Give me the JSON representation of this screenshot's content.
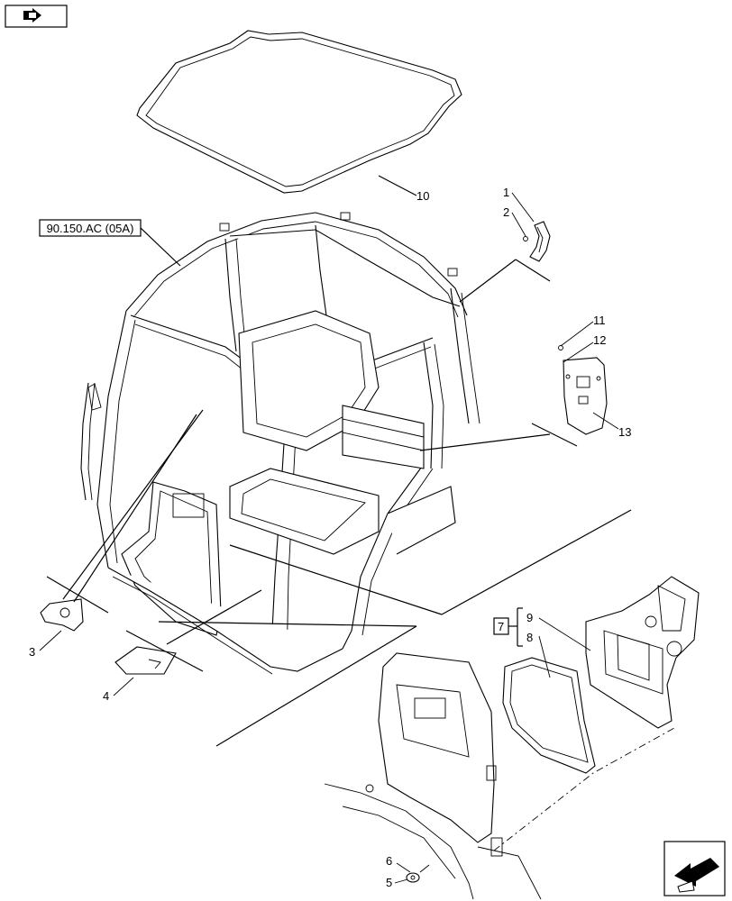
{
  "reference_label": "90.150.AC (05A)",
  "callouts": [
    {
      "id": "c1",
      "text": "1"
    },
    {
      "id": "c2",
      "text": "2"
    },
    {
      "id": "c3",
      "text": "3"
    },
    {
      "id": "c4",
      "text": "4"
    },
    {
      "id": "c5",
      "text": "5"
    },
    {
      "id": "c6",
      "text": "6"
    },
    {
      "id": "c7",
      "text": "7"
    },
    {
      "id": "c8",
      "text": "8"
    },
    {
      "id": "c9",
      "text": "9"
    },
    {
      "id": "c10",
      "text": "10"
    },
    {
      "id": "c11",
      "text": "11"
    },
    {
      "id": "c12",
      "text": "12"
    },
    {
      "id": "c13",
      "text": "13"
    }
  ],
  "icons": {
    "top_left": "navigate-back-arrow-icon",
    "bottom_right": "navigate-next-arrow-icon"
  }
}
